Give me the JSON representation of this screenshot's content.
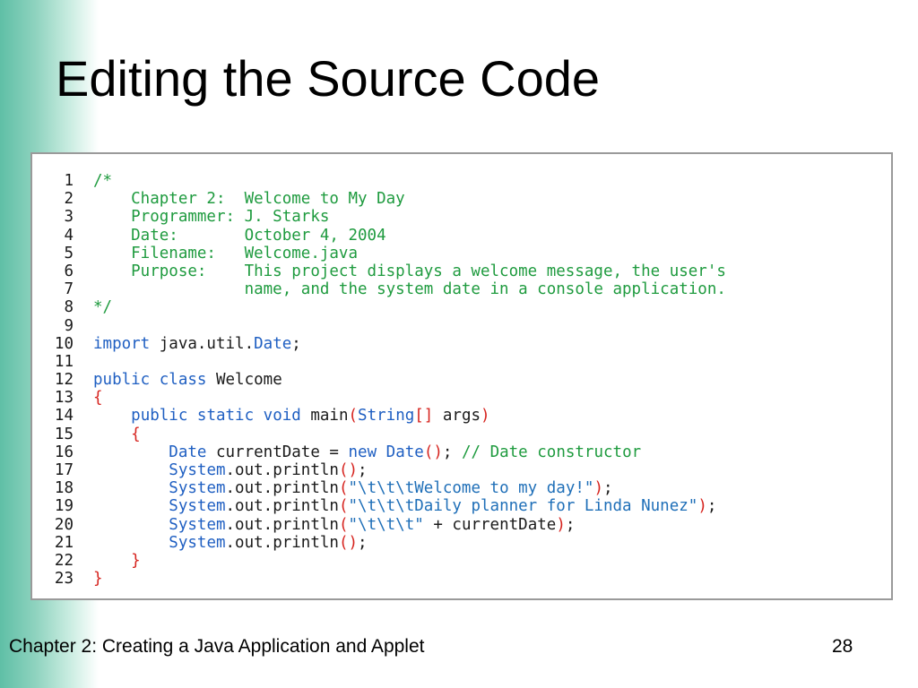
{
  "slide": {
    "title": "Editing the Source Code",
    "footer_text": "Chapter 2: Creating a Java Application and Applet",
    "page_number": "28"
  },
  "colors": {
    "comment": "#1f9b3f",
    "keyword": "#1f5fc2",
    "string": "#1f6fb8",
    "bracket": "#d6231e",
    "plain": "#1a1a1a",
    "sidebar_teal": "#5fbfa6"
  },
  "code": [
    {
      "n": "1",
      "tokens": [
        {
          "t": "comment",
          "v": "/*"
        }
      ]
    },
    {
      "n": "2",
      "tokens": [
        {
          "t": "comment",
          "v": "    Chapter 2:  Welcome to My Day"
        }
      ]
    },
    {
      "n": "3",
      "tokens": [
        {
          "t": "comment",
          "v": "    Programmer: J. Starks"
        }
      ]
    },
    {
      "n": "4",
      "tokens": [
        {
          "t": "comment",
          "v": "    Date:       October 4, 2004"
        }
      ]
    },
    {
      "n": "5",
      "tokens": [
        {
          "t": "comment",
          "v": "    Filename:   Welcome.java"
        }
      ]
    },
    {
      "n": "6",
      "tokens": [
        {
          "t": "comment",
          "v": "    Purpose:    This project displays a welcome message, the user's"
        }
      ]
    },
    {
      "n": "7",
      "tokens": [
        {
          "t": "comment",
          "v": "                name, and the system date in a console application."
        }
      ]
    },
    {
      "n": "8",
      "tokens": [
        {
          "t": "comment",
          "v": "*/"
        }
      ]
    },
    {
      "n": "9",
      "tokens": []
    },
    {
      "n": "10",
      "tokens": [
        {
          "t": "keyword",
          "v": "import"
        },
        {
          "t": "plain",
          "v": " java.util."
        },
        {
          "t": "type",
          "v": "Date"
        },
        {
          "t": "plain",
          "v": ";"
        }
      ]
    },
    {
      "n": "11",
      "tokens": []
    },
    {
      "n": "12",
      "tokens": [
        {
          "t": "keyword",
          "v": "public class"
        },
        {
          "t": "plain",
          "v": " Welcome"
        }
      ]
    },
    {
      "n": "13",
      "tokens": [
        {
          "t": "bracket",
          "v": "{"
        }
      ]
    },
    {
      "n": "14",
      "tokens": [
        {
          "t": "plain",
          "v": "    "
        },
        {
          "t": "keyword",
          "v": "public static void"
        },
        {
          "t": "plain",
          "v": " main"
        },
        {
          "t": "bracket",
          "v": "("
        },
        {
          "t": "type",
          "v": "String"
        },
        {
          "t": "bracket",
          "v": "[]"
        },
        {
          "t": "plain",
          "v": " args"
        },
        {
          "t": "bracket",
          "v": ")"
        }
      ]
    },
    {
      "n": "15",
      "tokens": [
        {
          "t": "plain",
          "v": "    "
        },
        {
          "t": "bracket",
          "v": "{"
        }
      ]
    },
    {
      "n": "16",
      "tokens": [
        {
          "t": "plain",
          "v": "        "
        },
        {
          "t": "type",
          "v": "Date"
        },
        {
          "t": "plain",
          "v": " currentDate = "
        },
        {
          "t": "keyword",
          "v": "new"
        },
        {
          "t": "plain",
          "v": " "
        },
        {
          "t": "type",
          "v": "Date"
        },
        {
          "t": "bracket",
          "v": "()"
        },
        {
          "t": "plain",
          "v": "; "
        },
        {
          "t": "comment",
          "v": "// Date constructor"
        }
      ]
    },
    {
      "n": "17",
      "tokens": [
        {
          "t": "plain",
          "v": "        "
        },
        {
          "t": "type",
          "v": "System"
        },
        {
          "t": "plain",
          "v": ".out.println"
        },
        {
          "t": "bracket",
          "v": "()"
        },
        {
          "t": "plain",
          "v": ";"
        }
      ]
    },
    {
      "n": "18",
      "tokens": [
        {
          "t": "plain",
          "v": "        "
        },
        {
          "t": "type",
          "v": "System"
        },
        {
          "t": "plain",
          "v": ".out.println"
        },
        {
          "t": "bracket",
          "v": "("
        },
        {
          "t": "string",
          "v": "\"\\t\\t\\tWelcome to my day!\""
        },
        {
          "t": "bracket",
          "v": ")"
        },
        {
          "t": "plain",
          "v": ";"
        }
      ]
    },
    {
      "n": "19",
      "tokens": [
        {
          "t": "plain",
          "v": "        "
        },
        {
          "t": "type",
          "v": "System"
        },
        {
          "t": "plain",
          "v": ".out.println"
        },
        {
          "t": "bracket",
          "v": "("
        },
        {
          "t": "string",
          "v": "\"\\t\\t\\tDaily planner for Linda Nunez\""
        },
        {
          "t": "bracket",
          "v": ")"
        },
        {
          "t": "plain",
          "v": ";"
        }
      ]
    },
    {
      "n": "20",
      "tokens": [
        {
          "t": "plain",
          "v": "        "
        },
        {
          "t": "type",
          "v": "System"
        },
        {
          "t": "plain",
          "v": ".out.println"
        },
        {
          "t": "bracket",
          "v": "("
        },
        {
          "t": "string",
          "v": "\"\\t\\t\\t\""
        },
        {
          "t": "plain",
          "v": " + currentDate"
        },
        {
          "t": "bracket",
          "v": ")"
        },
        {
          "t": "plain",
          "v": ";"
        }
      ]
    },
    {
      "n": "21",
      "tokens": [
        {
          "t": "plain",
          "v": "        "
        },
        {
          "t": "type",
          "v": "System"
        },
        {
          "t": "plain",
          "v": ".out.println"
        },
        {
          "t": "bracket",
          "v": "()"
        },
        {
          "t": "plain",
          "v": ";"
        }
      ]
    },
    {
      "n": "22",
      "tokens": [
        {
          "t": "plain",
          "v": "    "
        },
        {
          "t": "bracket",
          "v": "}"
        }
      ]
    },
    {
      "n": "23",
      "tokens": [
        {
          "t": "bracket",
          "v": "}"
        }
      ]
    }
  ]
}
